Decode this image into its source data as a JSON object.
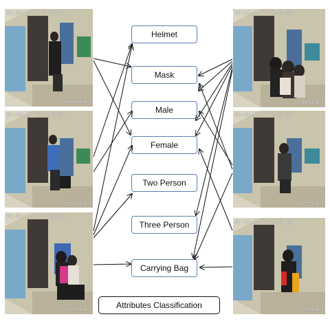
{
  "frames": [
    {
      "stamp": "03-03-17 Fr 3:33:41",
      "stamp_bottom": "Fed=1234-1"
    },
    {
      "stamp": "03-03-17 Fr 3:28:06",
      "stamp_bottom": "Fed=1234-1"
    },
    {
      "stamp": "03-03-17 Fr 3:13:05",
      "stamp_bottom": "Fed=1234-1"
    },
    {
      "stamp": "03-03-17 Fr 3:54:33",
      "stamp_bottom": "Fed=1234-1"
    },
    {
      "stamp": "03-03-17 Fr 3:21:46",
      "stamp_bottom": "Fed=1234-1"
    },
    {
      "stamp": "03-03-17 Fr 3:33:24",
      "stamp_bottom": "Fed=1234-1"
    }
  ],
  "attributes": {
    "helmet": "Helmet",
    "mask": "Mask",
    "male": "Male",
    "female": "Female",
    "two_person": "Two Person",
    "three_person": "Three Person",
    "carrying_bag": "Carrying Bag"
  },
  "caption": "Attributes Classification"
}
